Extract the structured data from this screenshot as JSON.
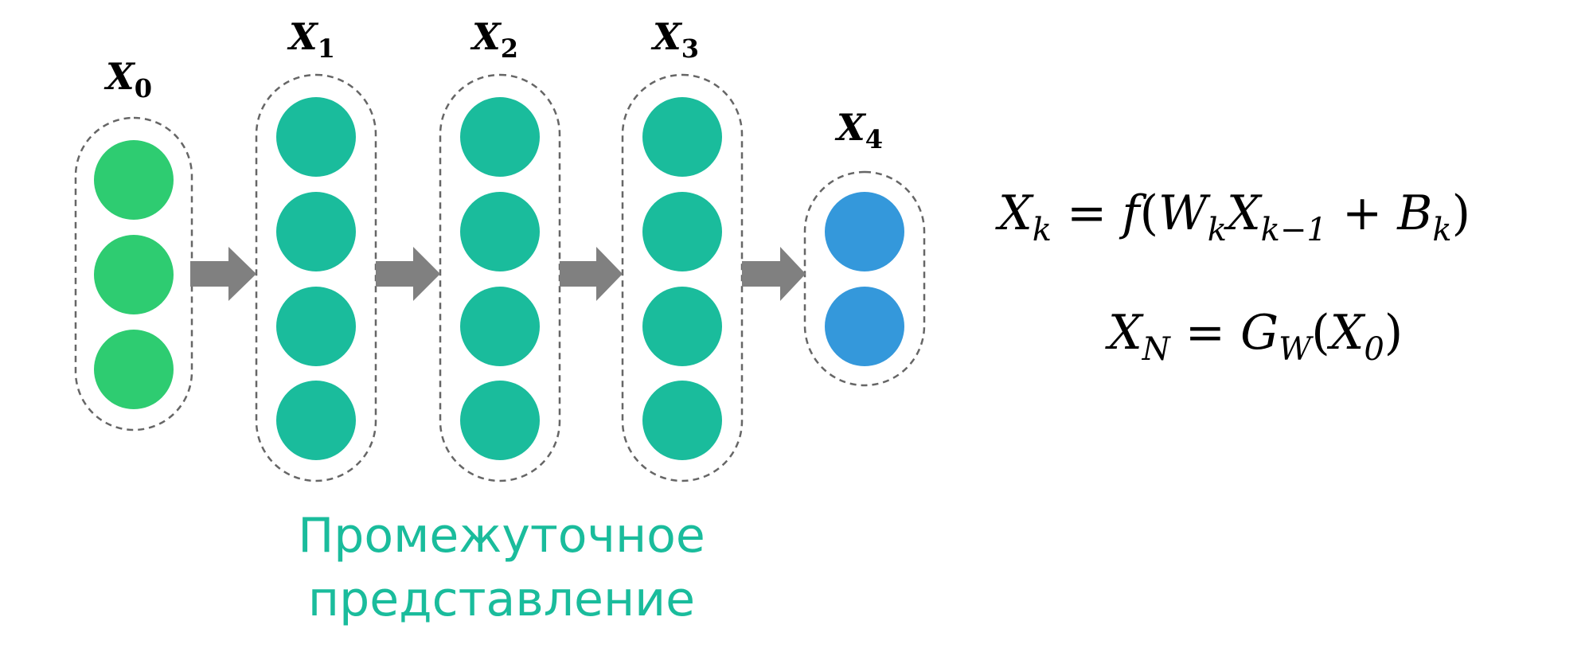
{
  "layers": [
    {
      "label": "X",
      "index": "0",
      "nodes": 3,
      "color": "#2ecc71"
    },
    {
      "label": "X",
      "index": "1",
      "nodes": 4,
      "color": "#1abc9c"
    },
    {
      "label": "X",
      "index": "2",
      "nodes": 4,
      "color": "#1abc9c"
    },
    {
      "label": "X",
      "index": "3",
      "nodes": 4,
      "color": "#1abc9c"
    },
    {
      "label": "X",
      "index": "4",
      "nodes": 2,
      "color": "#3498db"
    }
  ],
  "caption": {
    "line1": "Промежуточное",
    "line2": "представление",
    "color": "#1abc9c"
  },
  "formulas": {
    "f1": {
      "lhs": "X",
      "lhs_sub": "k",
      "eq": " = ",
      "func": "f",
      "open": "(",
      "w": "W",
      "w_sub": "k",
      "x": "X",
      "x_sub": "k−1",
      "plus": " + ",
      "b": "B",
      "b_sub": "k",
      "close": ")"
    },
    "f2": {
      "lhs": "X",
      "lhs_sub": "N",
      "eq": " = ",
      "g": "G",
      "g_sub": "W",
      "open": "(",
      "x": "X",
      "x_sub": "0",
      "close": ")"
    }
  },
  "colors": {
    "arrow": "#808080",
    "container_stroke": "#666666"
  }
}
